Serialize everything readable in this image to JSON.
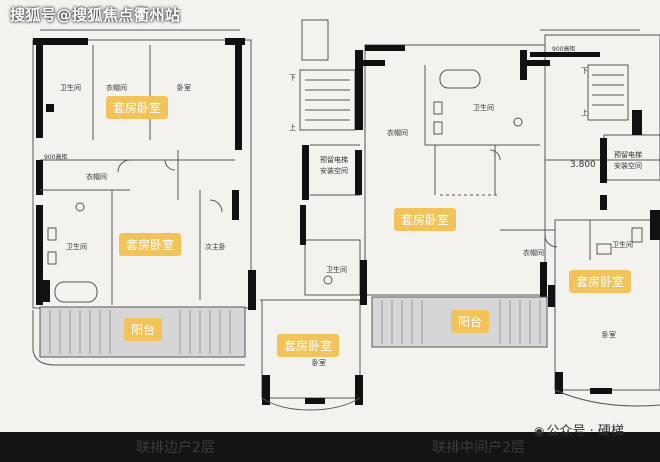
{
  "watermark": "搜狐号@搜狐焦点衢州站",
  "tags": {
    "suite_a": "套房卧室",
    "suite_b": "套房卧室",
    "suite_c": "套房卧室",
    "suite_d": "套房卧室",
    "suite_e": "套房卧室",
    "balcony_left": "阳台",
    "balcony_mid": "阳台"
  },
  "rooms": {
    "bath_1": "卫生间",
    "closet_1": "衣帽间",
    "bedroom_1": "卧室",
    "width_note_1": "900高柜",
    "closet_2": "衣帽间",
    "bath_2": "卫生间",
    "secondary_bedroom": "次主卧",
    "elevator_1": "预留电梯\n安装空间",
    "bath_3": "卫生间",
    "bedroom_2": "卧室",
    "closet_3": "衣帽间",
    "bath_4": "卫生间",
    "elevator_2": "预留电梯\n安装空间",
    "level_mark": "3.800",
    "width_note_2": "900高柜",
    "closet_4": "衣帽间",
    "bath_5": "卫生间",
    "bedroom_3": "卧室",
    "stair_up_1": "上",
    "stair_down_1": "下",
    "stair_up_2": "上",
    "stair_down_2": "下"
  },
  "captions": {
    "left": "联排边户2层",
    "right": "联排中间户2层"
  },
  "brand": {
    "icon": "wechat-icon",
    "text": "公众号 · 硬梯"
  },
  "colors": {
    "wall": "#111111",
    "thin_line": "#555555",
    "tag": "#f2c35a",
    "balcony_fill": "#d6d6d6"
  }
}
